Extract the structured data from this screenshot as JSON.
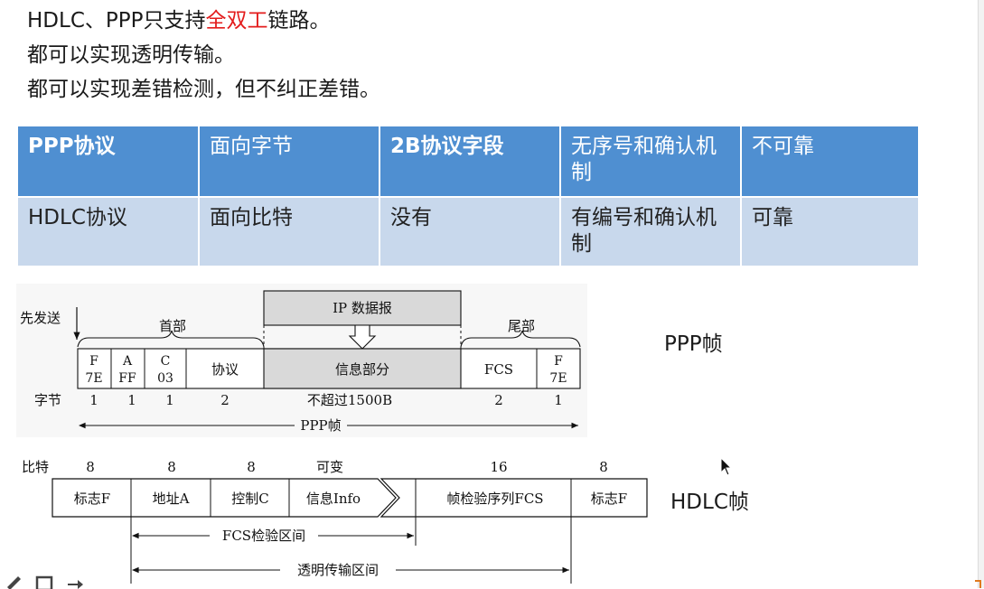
{
  "bullets": {
    "line1_prefix": "HDLC、PPP只支持",
    "line1_highlight": "全双工",
    "line1_suffix": "链路。",
    "line2": "都可以实现透明传输。",
    "line3": "都可以实现差错检测，但不纠正差错。"
  },
  "colors": {
    "highlight": "#e31c1c",
    "table_header_bg": "#4f8fd1",
    "table_row_bg": "#c8d8ec",
    "ppp_info_fill": "#d9d9d9"
  },
  "table": {
    "rows": [
      [
        "PPP协议",
        "面向字节",
        "2B协议字段",
        "无序号和确认机制",
        "不可靠"
      ],
      [
        "HDLC协议",
        "面向比特",
        "没有",
        "有编号和确认机制",
        "可靠"
      ]
    ]
  },
  "ppp_frame": {
    "label": "PPP帧",
    "send_first": "先发送",
    "header_label": "首部",
    "trailer_label": "尾部",
    "ip_datagram": "IP 数据报",
    "fields": [
      {
        "top": "F",
        "bottom": "7E",
        "bytes": "1"
      },
      {
        "top": "A",
        "bottom": "FF",
        "bytes": "1"
      },
      {
        "top": "C",
        "bottom": "03",
        "bytes": "1"
      },
      {
        "top": "协议",
        "bottom": "",
        "bytes": "2"
      },
      {
        "top": "信息部分",
        "bottom": "",
        "bytes": "不超过1500B"
      },
      {
        "top": "FCS",
        "bottom": "",
        "bytes": "2"
      },
      {
        "top": "F",
        "bottom": "7E",
        "bytes": "1"
      }
    ],
    "bytes_label": "字节",
    "span_label": "PPP帧"
  },
  "hdlc_frame": {
    "label": "HDLC帧",
    "bits_label": "比特",
    "fields": [
      {
        "name": "标志F",
        "bits": "8"
      },
      {
        "name": "地址A",
        "bits": "8"
      },
      {
        "name": "控制C",
        "bits": "8"
      },
      {
        "name": "信息Info",
        "bits": "可变"
      },
      {
        "name": "帧检验序列FCS",
        "bits": "16"
      },
      {
        "name": "标志F",
        "bits": "8"
      }
    ],
    "fcs_range": "FCS检验区间",
    "transparent_range": "透明传输区间"
  },
  "icons": {
    "toolbar": [
      "pen-icon",
      "slides-icon",
      "arrow-right-icon"
    ],
    "cursor": "mouse-pointer-icon"
  }
}
